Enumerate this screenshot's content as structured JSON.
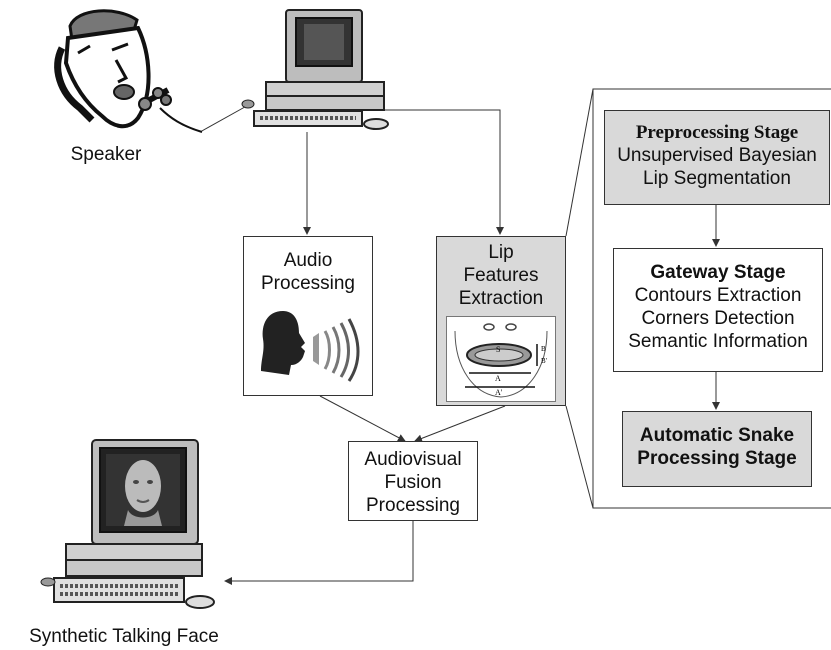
{
  "labels": {
    "speaker": "Speaker",
    "synthetic_face": "Synthetic Talking Face"
  },
  "audio_box": {
    "lines": [
      "Audio",
      "Processing"
    ]
  },
  "lip_box": {
    "lines": [
      "Lip",
      "Features",
      "Extraction"
    ]
  },
  "lip_diagram": {
    "center_label": "S",
    "width_labels": [
      "A",
      "A'"
    ],
    "height_labels": [
      "B",
      "B'"
    ]
  },
  "fusion_box": {
    "lines": [
      "Audiovisual",
      "Fusion",
      "Processing"
    ]
  },
  "stages": {
    "preprocessing": {
      "title": "Preprocessing Stage",
      "lines": [
        "Unsupervised Bayesian",
        "Lip Segmentation"
      ]
    },
    "gateway": {
      "title": "Gateway Stage",
      "lines": [
        "Contours Extraction",
        "Corners Detection",
        "Semantic Information"
      ]
    },
    "snake": {
      "lines": [
        "Automatic Snake",
        "Processing Stage"
      ]
    }
  },
  "colors": {
    "box_gray": "#d9d9d9",
    "line": "#333333"
  }
}
